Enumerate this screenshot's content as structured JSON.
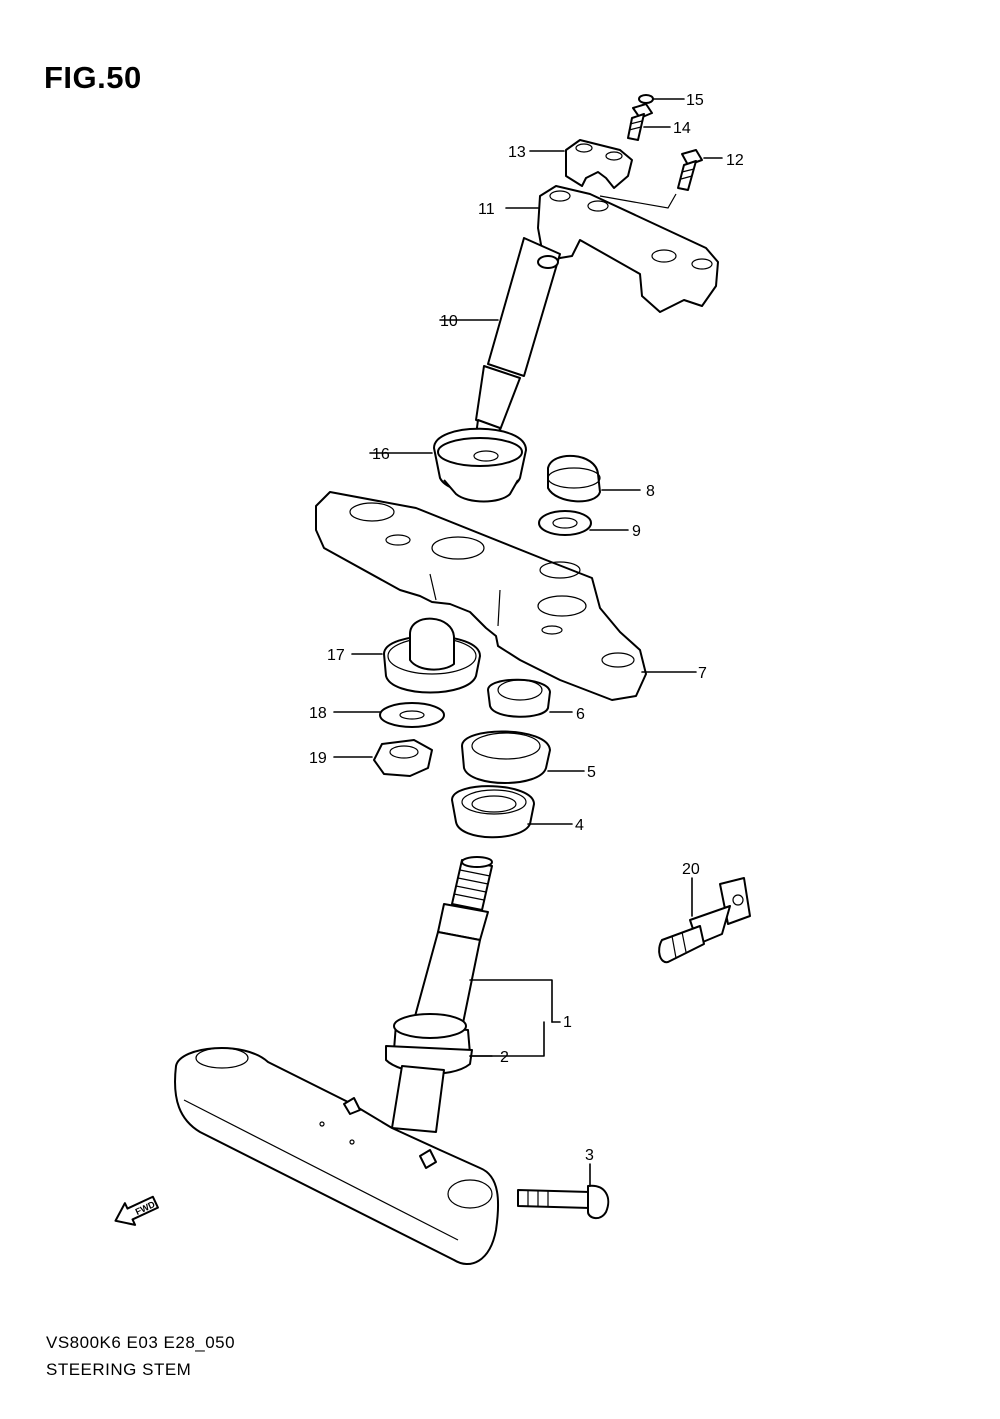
{
  "figure": {
    "title": "FIG.50",
    "code": "VS800K6 E03 E28_050",
    "subtitle": "STEERING STEM"
  },
  "fwd_arrow_text": "FWD",
  "callouts": [
    "1",
    "2",
    "3",
    "4",
    "5",
    "6",
    "7",
    "8",
    "9",
    "10",
    "11",
    "12",
    "13",
    "14",
    "15",
    "16",
    "17",
    "18",
    "19",
    "20"
  ]
}
